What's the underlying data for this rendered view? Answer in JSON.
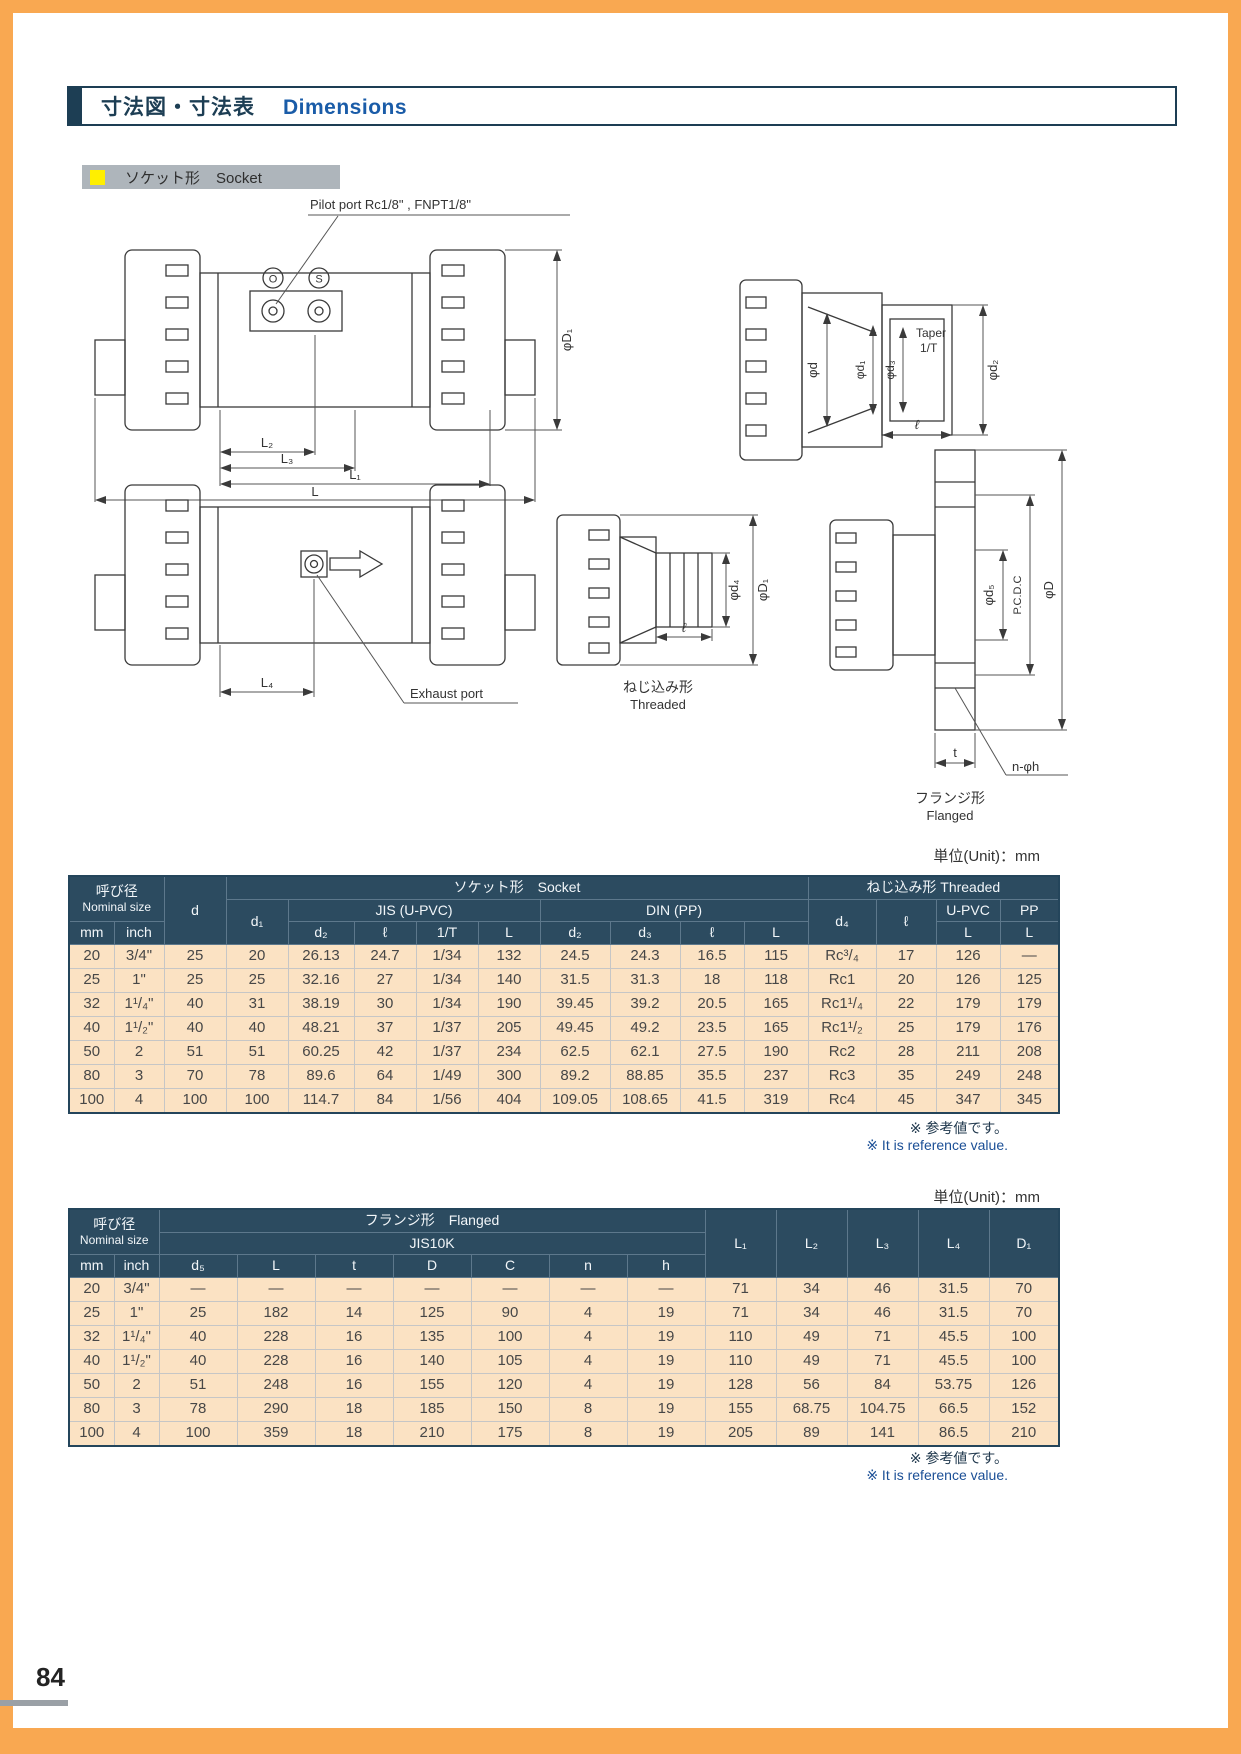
{
  "header": {
    "title_ja": "寸法図・寸法表",
    "title_en": "Dimensions"
  },
  "section": {
    "ja": "ソケット形",
    "en": "Socket"
  },
  "diagram": {
    "pilot_port": "Pilot port Rc1/8\" , FNPT1/8\"",
    "port_o": "O",
    "port_s": "S",
    "dim_phiD1": "φD₁",
    "dim_L2": "L₂",
    "dim_L3": "L₃",
    "dim_L1": "L₁",
    "dim_L": "L",
    "dim_L4": "L₄",
    "dim_phid": "φd",
    "dim_phid1": "φd₁",
    "dim_phid3": "φd₃",
    "taper1": "Taper",
    "taper2": "1/T",
    "dim_phid2": "φd₂",
    "dim_l": "ℓ",
    "exhaust_port": "Exhaust port",
    "dim_phid4": "φd₄",
    "threaded_ja": "ねじ込み形",
    "threaded_en": "Threaded",
    "dim_phid5": "φd₅",
    "pcd": "P.C.D.C",
    "dim_phiD": "φD",
    "dim_t": "t",
    "n_phih": "n-φh",
    "flanged_ja": "フランジ形",
    "flanged_en": "Flanged"
  },
  "table1": {
    "unit": "単位(Unit)：mm",
    "h": {
      "nominal_ja": "呼び径",
      "nominal_en": "Nominal size",
      "mm": "mm",
      "inch": "inch",
      "d": "d",
      "socket": "ソケット形　Socket",
      "threaded": "ねじ込み形 Threaded",
      "d1": "d₁",
      "jis": "JIS (U-PVC)",
      "din": "DIN (PP)",
      "d2": "d₂",
      "l": "ℓ",
      "t_inv": "1/T",
      "L": "L",
      "d3": "d₃",
      "d4": "d₄",
      "upvc": "U-PVC",
      "pp": "PP"
    },
    "rows": [
      [
        "20",
        "3/4\"",
        "25",
        "20",
        "26.13",
        "24.7",
        "1/34",
        "132",
        "24.5",
        "24.3",
        "16.5",
        "115",
        "Rc³/₄",
        "17",
        "126",
        "—"
      ],
      [
        "25",
        "1\"",
        "25",
        "25",
        "32.16",
        "27",
        "1/34",
        "140",
        "31.5",
        "31.3",
        "18",
        "118",
        "Rc1",
        "20",
        "126",
        "125"
      ],
      [
        "32",
        "1¹/₄\"",
        "40",
        "31",
        "38.19",
        "30",
        "1/34",
        "190",
        "39.45",
        "39.2",
        "20.5",
        "165",
        "Rc1¹/₄",
        "22",
        "179",
        "179"
      ],
      [
        "40",
        "1¹/₂\"",
        "40",
        "40",
        "48.21",
        "37",
        "1/37",
        "205",
        "49.45",
        "49.2",
        "23.5",
        "165",
        "Rc1¹/₂",
        "25",
        "179",
        "176"
      ],
      [
        "50",
        "2",
        "51",
        "51",
        "60.25",
        "42",
        "1/37",
        "234",
        "62.5",
        "62.1",
        "27.5",
        "190",
        "Rc2",
        "28",
        "211",
        "208"
      ],
      [
        "80",
        "3",
        "70",
        "78",
        "89.6",
        "64",
        "1/49",
        "300",
        "89.2",
        "88.85",
        "35.5",
        "237",
        "Rc3",
        "35",
        "249",
        "248"
      ],
      [
        "100",
        "4",
        "100",
        "100",
        "114.7",
        "84",
        "1/56",
        "404",
        "109.05",
        "108.65",
        "41.5",
        "319",
        "Rc4",
        "45",
        "347",
        "345"
      ]
    ],
    "note_ja": "※ 参考値です。",
    "note_en": "※ It is reference value."
  },
  "table2": {
    "unit": "単位(Unit)：mm",
    "h": {
      "nominal_ja": "呼び径",
      "nominal_en": "Nominal size",
      "mm": "mm",
      "inch": "inch",
      "flanged": "フランジ形　Flanged",
      "jis10k": "JIS10K",
      "d5": "d₅",
      "L": "L",
      "t": "t",
      "D": "D",
      "C": "C",
      "n": "n",
      "hh": "h",
      "L1": "L₁",
      "L2": "L₂",
      "L3": "L₃",
      "L4": "L₄",
      "D1": "D₁"
    },
    "rows": [
      [
        "20",
        "3/4\"",
        "—",
        "—",
        "—",
        "—",
        "—",
        "—",
        "—",
        "71",
        "34",
        "46",
        "31.5",
        "70"
      ],
      [
        "25",
        "1\"",
        "25",
        "182",
        "14",
        "125",
        "90",
        "4",
        "19",
        "71",
        "34",
        "46",
        "31.5",
        "70"
      ],
      [
        "32",
        "1¹/₄\"",
        "40",
        "228",
        "16",
        "135",
        "100",
        "4",
        "19",
        "110",
        "49",
        "71",
        "45.5",
        "100"
      ],
      [
        "40",
        "1¹/₂\"",
        "40",
        "228",
        "16",
        "140",
        "105",
        "4",
        "19",
        "110",
        "49",
        "71",
        "45.5",
        "100"
      ],
      [
        "50",
        "2",
        "51",
        "248",
        "16",
        "155",
        "120",
        "4",
        "19",
        "128",
        "56",
        "84",
        "53.75",
        "126"
      ],
      [
        "80",
        "3",
        "78",
        "290",
        "18",
        "185",
        "150",
        "8",
        "19",
        "155",
        "68.75",
        "104.75",
        "66.5",
        "152"
      ],
      [
        "100",
        "4",
        "100",
        "359",
        "18",
        "210",
        "175",
        "8",
        "19",
        "205",
        "89",
        "141",
        "86.5",
        "210"
      ]
    ],
    "note_ja": "※ 参考値です。",
    "note_en": "※ It is reference value."
  },
  "footer": {
    "page_number": "84"
  },
  "colors": {
    "accent_orange": "#F9A851",
    "header_navy": "#1d3e54",
    "table_header_bg": "#2c4b60",
    "row_bg": "#fbe2c3",
    "yellow": "#ffef00"
  }
}
